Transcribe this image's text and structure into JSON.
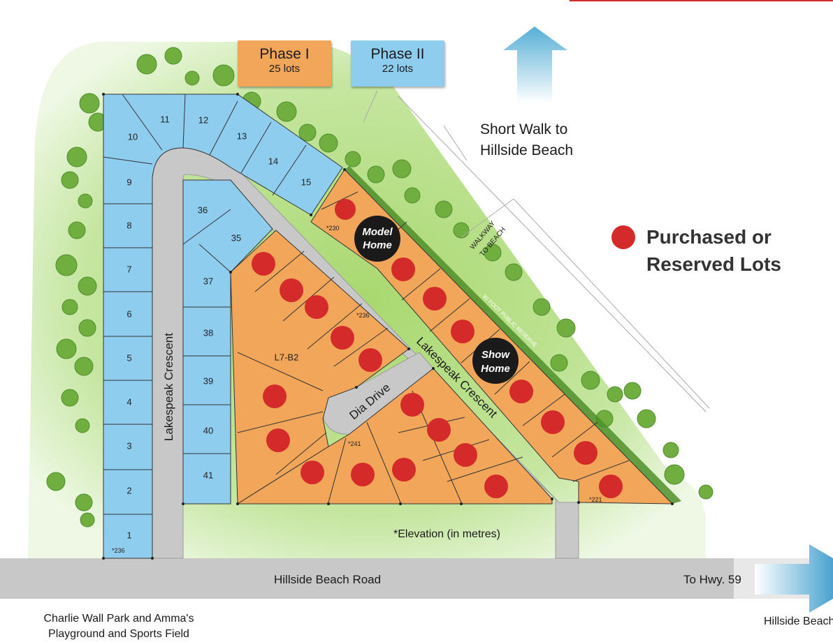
{
  "phases": [
    {
      "title": "Phase I",
      "lots": "25 lots",
      "color": "#f2a65a"
    },
    {
      "title": "Phase II",
      "lots": "22 lots",
      "color": "#8fcdef"
    }
  ],
  "walk_note": {
    "line1": "Short Walk to",
    "line2": "Hillside Beach"
  },
  "legend": {
    "line1": "Purchased or",
    "line2": "Reserved Lots",
    "dot_color": "#d42a2a"
  },
  "walkway": {
    "line1": "WALKWAY",
    "line2": "TO BEACH"
  },
  "public_reserve": "30 FOOT PUBLIC RESERVE",
  "roads": {
    "lakespeak_west": "Lakespeak Crescent",
    "lakespeak_east": "Lakespeak Crescent",
    "dia_drive": "Dia Drive",
    "hillside_beach_road": "Hillside Beach Road",
    "to_hwy": "To Hwy. 59"
  },
  "model_home": {
    "line1": "Model",
    "line2": "Home"
  },
  "show_home": {
    "line1": "Show",
    "line2": "Home"
  },
  "elevation_note": "*Elevation (in metres)",
  "elevations": {
    "e236a": "*236",
    "e230": "*230",
    "e236b": "*236",
    "e241": "*241",
    "e221": "*221"
  },
  "phase2_lots": {
    "west": [
      "1",
      "2",
      "3",
      "4",
      "5",
      "6",
      "7",
      "8",
      "9"
    ],
    "north": [
      "10",
      "11",
      "12",
      "13",
      "14",
      "15"
    ],
    "inner": [
      "35",
      "36",
      "37",
      "38",
      "39",
      "40",
      "41"
    ]
  },
  "phase1_labels": {
    "l7b2": "L7-B2"
  },
  "bottom_left": {
    "line1": "Charlie Wall Park and Amma's",
    "line2": "Playground and Sports Field"
  },
  "bottom_right": "Hillside Beach",
  "colors": {
    "phase1": "#f2a65a",
    "phase2": "#8fcdef",
    "road": "#c8c8c8",
    "green": "#9ed06a",
    "dot": "#d42a2a"
  }
}
